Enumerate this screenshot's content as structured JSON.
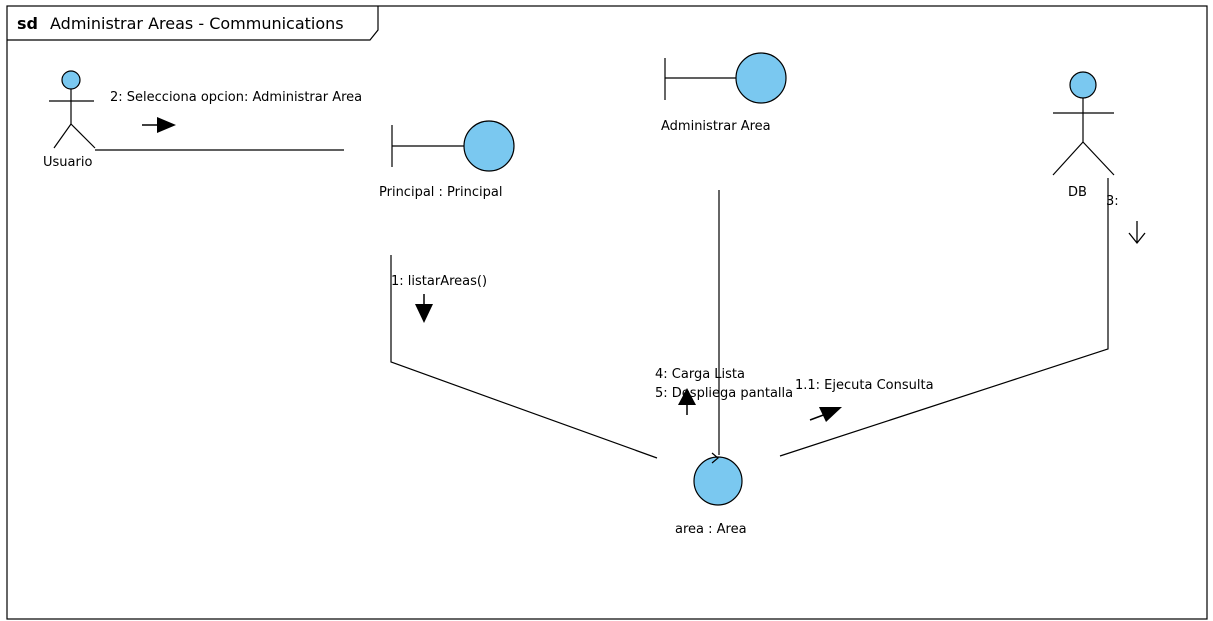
{
  "diagram": {
    "frame_keyword": "sd",
    "frame_title": "Administrar Areas - Communications",
    "fill_color": "#7ac8f0",
    "line_color": "#000000",
    "actors": {
      "usuario": {
        "label": "Usuario"
      },
      "db": {
        "label": "DB"
      }
    },
    "boundaries": {
      "principal": {
        "label": "Principal : Principal"
      },
      "administrar": {
        "label": "Administrar Area"
      }
    },
    "entities": {
      "area": {
        "label": "area : Area"
      }
    },
    "messages": {
      "m2": "2: Selecciona opcion: Administrar  Area",
      "m1": "1: listarAreas()",
      "m4": "4: Carga Lista",
      "m5": "5: Despliega pantalla",
      "m11": "1.1: Ejecuta Consulta",
      "m3": "3:"
    }
  }
}
